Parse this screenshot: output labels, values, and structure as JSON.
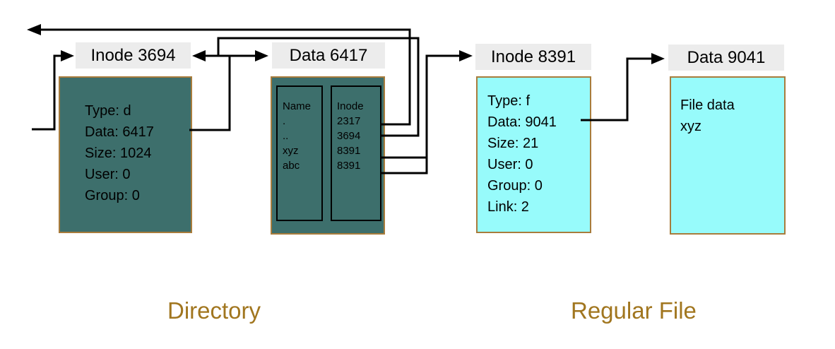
{
  "directory": {
    "caption": "Directory",
    "inode_block": {
      "label": "Inode 3694",
      "fields": [
        "Type: d",
        "Data: 6417",
        "Size: 1024",
        "User: 0",
        "Group: 0"
      ]
    },
    "data_block": {
      "label": "Data 6417",
      "name_header": "Name",
      "inode_header": "Inode",
      "entries": [
        {
          "name": ".",
          "inode": "2317"
        },
        {
          "name": "..",
          "inode": "3694"
        },
        {
          "name": "xyz",
          "inode": "8391"
        },
        {
          "name": "abc",
          "inode": "8391"
        }
      ]
    }
  },
  "regular_file": {
    "caption": "Regular File",
    "inode_block": {
      "label": "Inode 8391",
      "fields": [
        "Type: f",
        "Data: 9041",
        "Size: 21",
        "User: 0",
        "Group: 0",
        "Link: 2"
      ]
    },
    "data_block": {
      "label": "Data 9041",
      "content_lines": [
        "File data",
        "xyz"
      ]
    }
  },
  "colors": {
    "directory_fill": "#3d6f6c",
    "file_fill": "#97fbfb",
    "box_border": "#a87c3c",
    "label_bg": "#ececec",
    "caption_text": "#a1761f",
    "arrow": "#000000"
  }
}
